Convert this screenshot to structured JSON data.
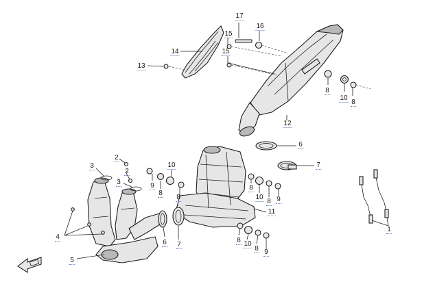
{
  "diagram": {
    "callouts": [
      {
        "id": "c17",
        "label": "17"
      },
      {
        "id": "c16",
        "label": "16"
      },
      {
        "id": "c15a",
        "label": "15"
      },
      {
        "id": "c15b",
        "label": "15"
      },
      {
        "id": "c14",
        "label": "14"
      },
      {
        "id": "c13",
        "label": "13"
      },
      {
        "id": "c8a",
        "label": "8"
      },
      {
        "id": "c10a",
        "label": "10"
      },
      {
        "id": "c8b",
        "label": "8"
      },
      {
        "id": "c12",
        "label": "12"
      },
      {
        "id": "c6a",
        "label": "6"
      },
      {
        "id": "c7a",
        "label": "7"
      },
      {
        "id": "c2a",
        "label": "2"
      },
      {
        "id": "c2b",
        "label": "2"
      },
      {
        "id": "c3a",
        "label": "3"
      },
      {
        "id": "c3b",
        "label": "3"
      },
      {
        "id": "c10b",
        "label": "10"
      },
      {
        "id": "c9a",
        "label": "9"
      },
      {
        "id": "c8c",
        "label": "8"
      },
      {
        "id": "c8d",
        "label": "8"
      },
      {
        "id": "c8e",
        "label": "8"
      },
      {
        "id": "c10c",
        "label": "10"
      },
      {
        "id": "c8f",
        "label": "8"
      },
      {
        "id": "c9b",
        "label": "9"
      },
      {
        "id": "c11",
        "label": "11"
      },
      {
        "id": "c4",
        "label": "4"
      },
      {
        "id": "c6b",
        "label": "6"
      },
      {
        "id": "c7b",
        "label": "7"
      },
      {
        "id": "c5",
        "label": "5"
      },
      {
        "id": "c8g",
        "label": "8"
      },
      {
        "id": "c10d",
        "label": "10"
      },
      {
        "id": "c8h",
        "label": "8"
      },
      {
        "id": "c9c",
        "label": "9"
      },
      {
        "id": "c1",
        "label": "1"
      }
    ]
  }
}
